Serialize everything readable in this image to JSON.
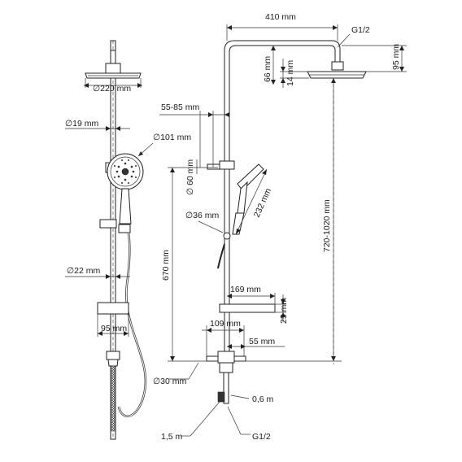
{
  "dimensions": {
    "head_diameter": "∅220 mm",
    "pipe_diameter": "∅19 mm",
    "hand_shower_diameter": "∅101 mm",
    "lower_pipe_diameter": "∅22 mm",
    "shelf_width_front": "95 mm",
    "bottom_diameter": "∅30 mm",
    "arm_length": "410 mm",
    "inlet_thread_top": "G1/2",
    "head_depth": "95 mm",
    "head_drop": "66 mm",
    "head_thickness": "14 mm",
    "slide_offset": "55-85 mm",
    "holder_diameter": "∅ 60 mm",
    "hand_shower_length": "232 mm",
    "slide_diameter": "∅36 mm",
    "height_range": "720-1020 mm",
    "slide_travel": "670 mm",
    "shelf_depth": "169 mm",
    "shelf_thickness": "25 mm",
    "mixer_depth": "109 mm",
    "mixer_offset": "55 mm",
    "hose_length_short": "0,6 m",
    "hose_length_long": "1,5 m",
    "inlet_thread_bottom": "G1/2"
  }
}
